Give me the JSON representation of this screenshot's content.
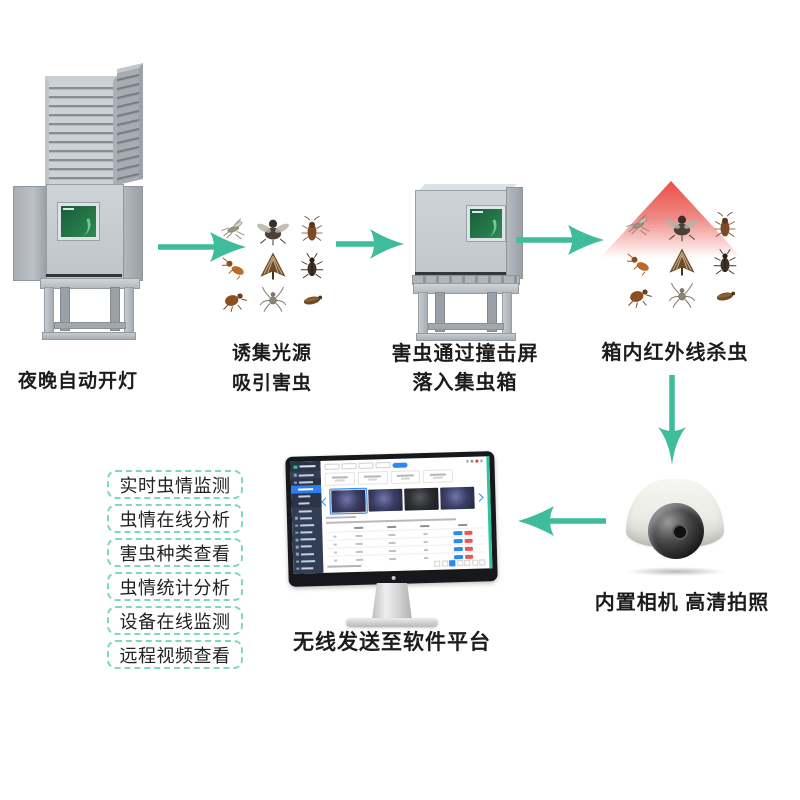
{
  "flow": {
    "step1": {
      "name": "insect-trap-lamp",
      "label": "夜晚自动开灯"
    },
    "step2": {
      "name": "pest-attraction",
      "label_line1": "诱集光源",
      "label_line2": "吸引害虫"
    },
    "step3": {
      "name": "collection-box",
      "label_line1": "害虫通过撞击屏",
      "label_line2": "落入集虫箱"
    },
    "step4": {
      "name": "infrared-kill",
      "label": "箱内红外线杀虫"
    },
    "step5": {
      "name": "builtin-camera",
      "label": "内置相机 高清拍照"
    },
    "step6": {
      "name": "software-platform",
      "label": "无线发送至软件平台"
    }
  },
  "features": {
    "items": [
      "实时虫情监测",
      "虫情在线分析",
      "害虫种类查看",
      "虫情统计分析",
      "设备在线监测",
      "远程视频查看"
    ]
  },
  "insects": [
    "mosquito",
    "fly",
    "cockroach",
    "termite",
    "moth",
    "beetle",
    "flea",
    "spider",
    "seed-bug"
  ],
  "colors": {
    "arrow_teal": "#3fbc9b",
    "feature_border": "#7fd8bd",
    "triangle_red": "#ec4c46",
    "label_text": "#1c1c1c",
    "device_screen_green": "#2e8a54",
    "monitor_sidebar": "#323e56",
    "monitor_highlight": "#2b7df0",
    "monitor_button_blue": "#2b8af0",
    "monitor_button_red": "#f05555",
    "monitor_accent_strip": "#2ec4a0"
  },
  "monitor_screen": {
    "sidebar_item_count": 14,
    "thumbnail_count": 4,
    "table_row_count": 4,
    "selected_thumbnail_index": 0
  }
}
